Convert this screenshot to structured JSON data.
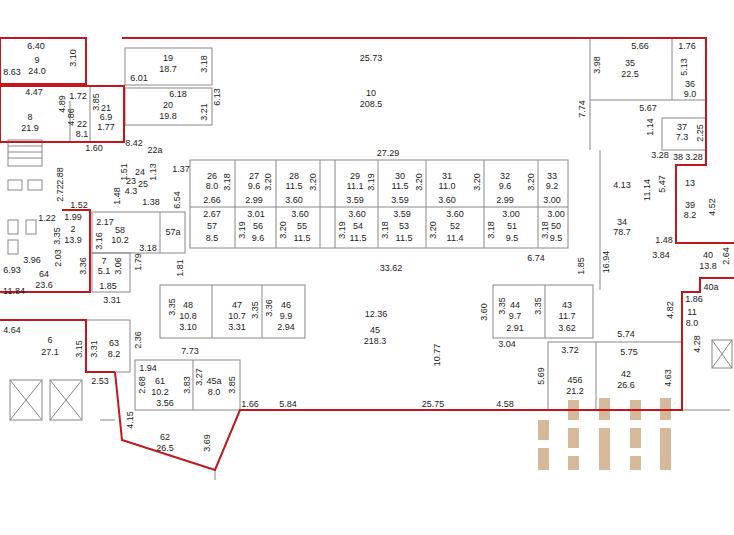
{
  "diagram": {
    "labels": [
      "6.40",
      "9",
      "24.0",
      "8.63",
      "3.10",
      "4.47",
      "4.89",
      "8",
      "21.9",
      "1.72",
      "4.86",
      "22",
      "8.1",
      "3.85",
      "21",
      "6.9",
      "1.77",
      "19",
      "18.7",
      "3.18",
      "6.01",
      "6.18",
      "20",
      "19.8",
      "3.21",
      "6.13",
      "1.60",
      "8.42",
      "22a",
      "1.37",
      "1.51",
      "24",
      "1.13",
      "23",
      "25",
      "4.3",
      "1.48",
      "1.38",
      "2.88",
      "2.72",
      "1.52",
      "1.99",
      "1.22",
      "2",
      "13.9",
      "3.35",
      "2.03",
      "3.96",
      "6.93",
      "64",
      "23.6",
      "11.84",
      "2.17",
      "3.16",
      "58",
      "10.2",
      "3.18",
      "57a",
      "6.54",
      "3.36",
      "7",
      "5.1",
      "3.06",
      "1.79",
      "1.85",
      "3.31",
      "26",
      "8.0",
      "3.18",
      "2.66",
      "27",
      "9.6",
      "3.20",
      "2.99",
      "28",
      "11.5",
      "3.20",
      "3.60",
      "29",
      "11.1",
      "3.19",
      "3.59",
      "30",
      "11.5",
      "3.20",
      "3.59",
      "31",
      "11.0",
      "3.20",
      "3.60",
      "32",
      "9.6",
      "3.20",
      "2.99",
      "33",
      "9.2",
      "3.00",
      "27.29",
      "2.67",
      "57",
      "8.5",
      "3.19",
      "3.01",
      "56",
      "9.6",
      "3.20",
      "3.60",
      "55",
      "11.5",
      "3.19",
      "3.60",
      "54",
      "11.5",
      "3.18",
      "3.59",
      "53",
      "11.5",
      "3.20",
      "3.60",
      "52",
      "11.4",
      "3.18",
      "3.00",
      "51",
      "9.5",
      "3.18",
      "3.00",
      "50",
      "9.5",
      "33.62",
      "1.81",
      "1.85",
      "6.74",
      "25.73",
      "10",
      "208.5",
      "7.74",
      "3.98",
      "5.66",
      "1.76",
      "35",
      "22.5",
      "5.13",
      "36",
      "9.0",
      "5.67",
      "1.14",
      "37",
      "7.3",
      "2.25",
      "3.28",
      "38",
      "3.28",
      "4.13",
      "11.14",
      "5.47",
      "13",
      "4.52",
      "39",
      "8.2",
      "34",
      "78.7",
      "16.94",
      "1.48",
      "3.84",
      "40",
      "13.8",
      "2.64",
      "40a",
      "1.86",
      "11",
      "8.0",
      "4.28",
      "4.82",
      "5.74",
      "5.75",
      "4.63",
      "42",
      "26.6",
      "456",
      "21.2",
      "5.69",
      "3.72",
      "3.04",
      "44",
      "9.7",
      "2.91",
      "3.35",
      "3.35",
      "43",
      "11.7",
      "3.62",
      "3.60",
      "12.36",
      "45",
      "218.3",
      "10.77",
      "3.35",
      "48",
      "10.8",
      "3.10",
      "47",
      "10.7",
      "3.31",
      "3.35",
      "3.36",
      "46",
      "9.9",
      "2.94",
      "4.64",
      "6",
      "27.1",
      "3.15",
      "3.31",
      "63",
      "8.2",
      "2.36",
      "2.53",
      "7.73",
      "1.94",
      "2.68",
      "61",
      "10.2",
      "3.83",
      "3.27",
      "45a",
      "8.0",
      "3.85",
      "3.56",
      "4.15",
      "62",
      "26.5",
      "3.69",
      "1.66",
      "5.84",
      "25.75",
      "4.58"
    ]
  }
}
